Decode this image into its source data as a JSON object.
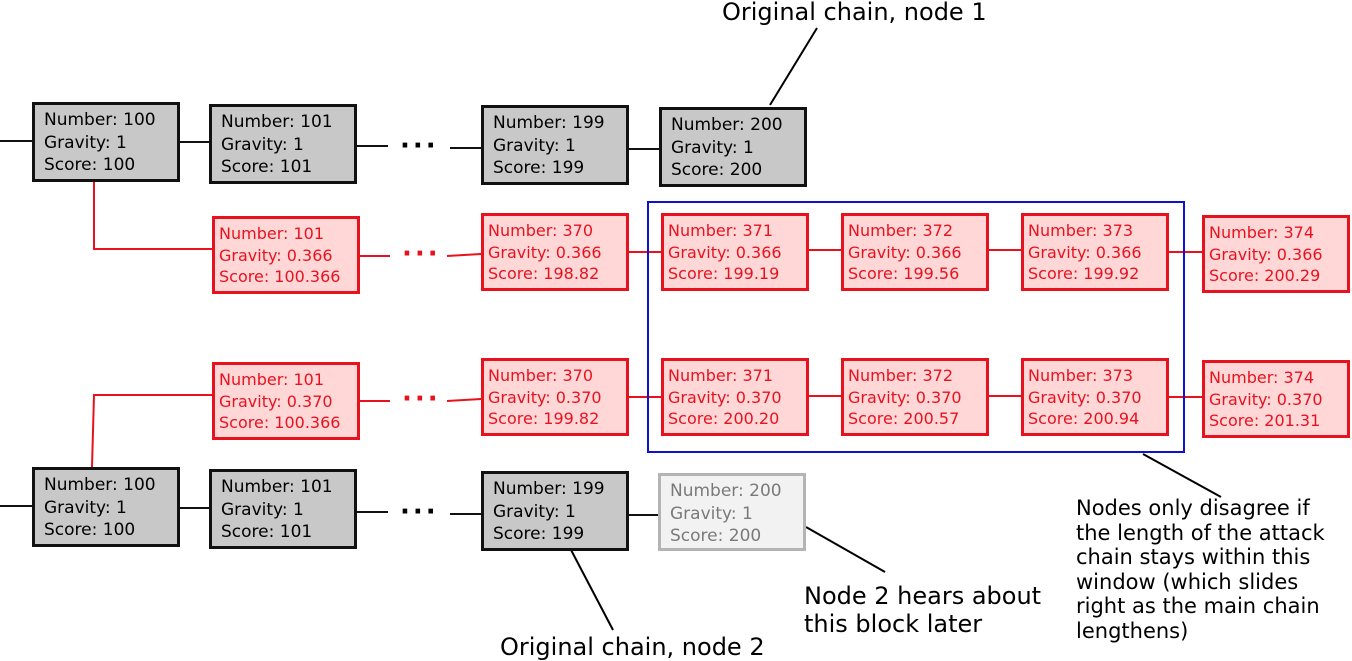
{
  "colors": {
    "original_fill": "#c8c8c8",
    "original_border": "#111111",
    "attack_fill": "#ffd7d7",
    "attack_border": "#e8121f",
    "pending_fill": "#f2f2f2",
    "pending_border": "#b4b4b4",
    "window_border": "#1010d0"
  },
  "labels": {
    "number": "Number: ",
    "gravity": "Gravity: ",
    "score": "Score: "
  },
  "ellipsis": "···",
  "node1_original": [
    {
      "number": "100",
      "gravity": "1",
      "score": "100"
    },
    {
      "number": "101",
      "gravity": "1",
      "score": "101"
    },
    {
      "number": "199",
      "gravity": "1",
      "score": "199"
    },
    {
      "number": "200",
      "gravity": "1",
      "score": "200"
    }
  ],
  "node1_attack": [
    {
      "number": "101",
      "gravity": "0.366",
      "score": "100.366"
    },
    {
      "number": "370",
      "gravity": "0.366",
      "score": "198.82"
    },
    {
      "number": "371",
      "gravity": "0.366",
      "score": "199.19"
    },
    {
      "number": "372",
      "gravity": "0.366",
      "score": "199.56"
    },
    {
      "number": "373",
      "gravity": "0.366",
      "score": "199.92"
    },
    {
      "number": "374",
      "gravity": "0.366",
      "score": "200.29"
    }
  ],
  "node2_attack": [
    {
      "number": "101",
      "gravity": "0.370",
      "score": "100.366"
    },
    {
      "number": "370",
      "gravity": "0.370",
      "score": "199.82"
    },
    {
      "number": "371",
      "gravity": "0.370",
      "score": "200.20"
    },
    {
      "number": "372",
      "gravity": "0.370",
      "score": "200.57"
    },
    {
      "number": "373",
      "gravity": "0.370",
      "score": "200.94"
    },
    {
      "number": "374",
      "gravity": "0.370",
      "score": "201.31"
    }
  ],
  "node2_original": [
    {
      "number": "100",
      "gravity": "1",
      "score": "100"
    },
    {
      "number": "101",
      "gravity": "1",
      "score": "101"
    },
    {
      "number": "199",
      "gravity": "1",
      "score": "199"
    }
  ],
  "node2_pending": {
    "number": "200",
    "gravity": "1",
    "score": "200"
  },
  "annotations": {
    "node1_label": "Original chain, node 1",
    "node2_label": "Original chain, node 2",
    "pending_note": [
      "Node 2 hears about",
      "this block later"
    ],
    "window_note": [
      "Nodes only disagree if",
      "the length of the attack",
      "chain stays within this",
      "window (which slides",
      "right as the main chain",
      "lengthens)"
    ]
  }
}
